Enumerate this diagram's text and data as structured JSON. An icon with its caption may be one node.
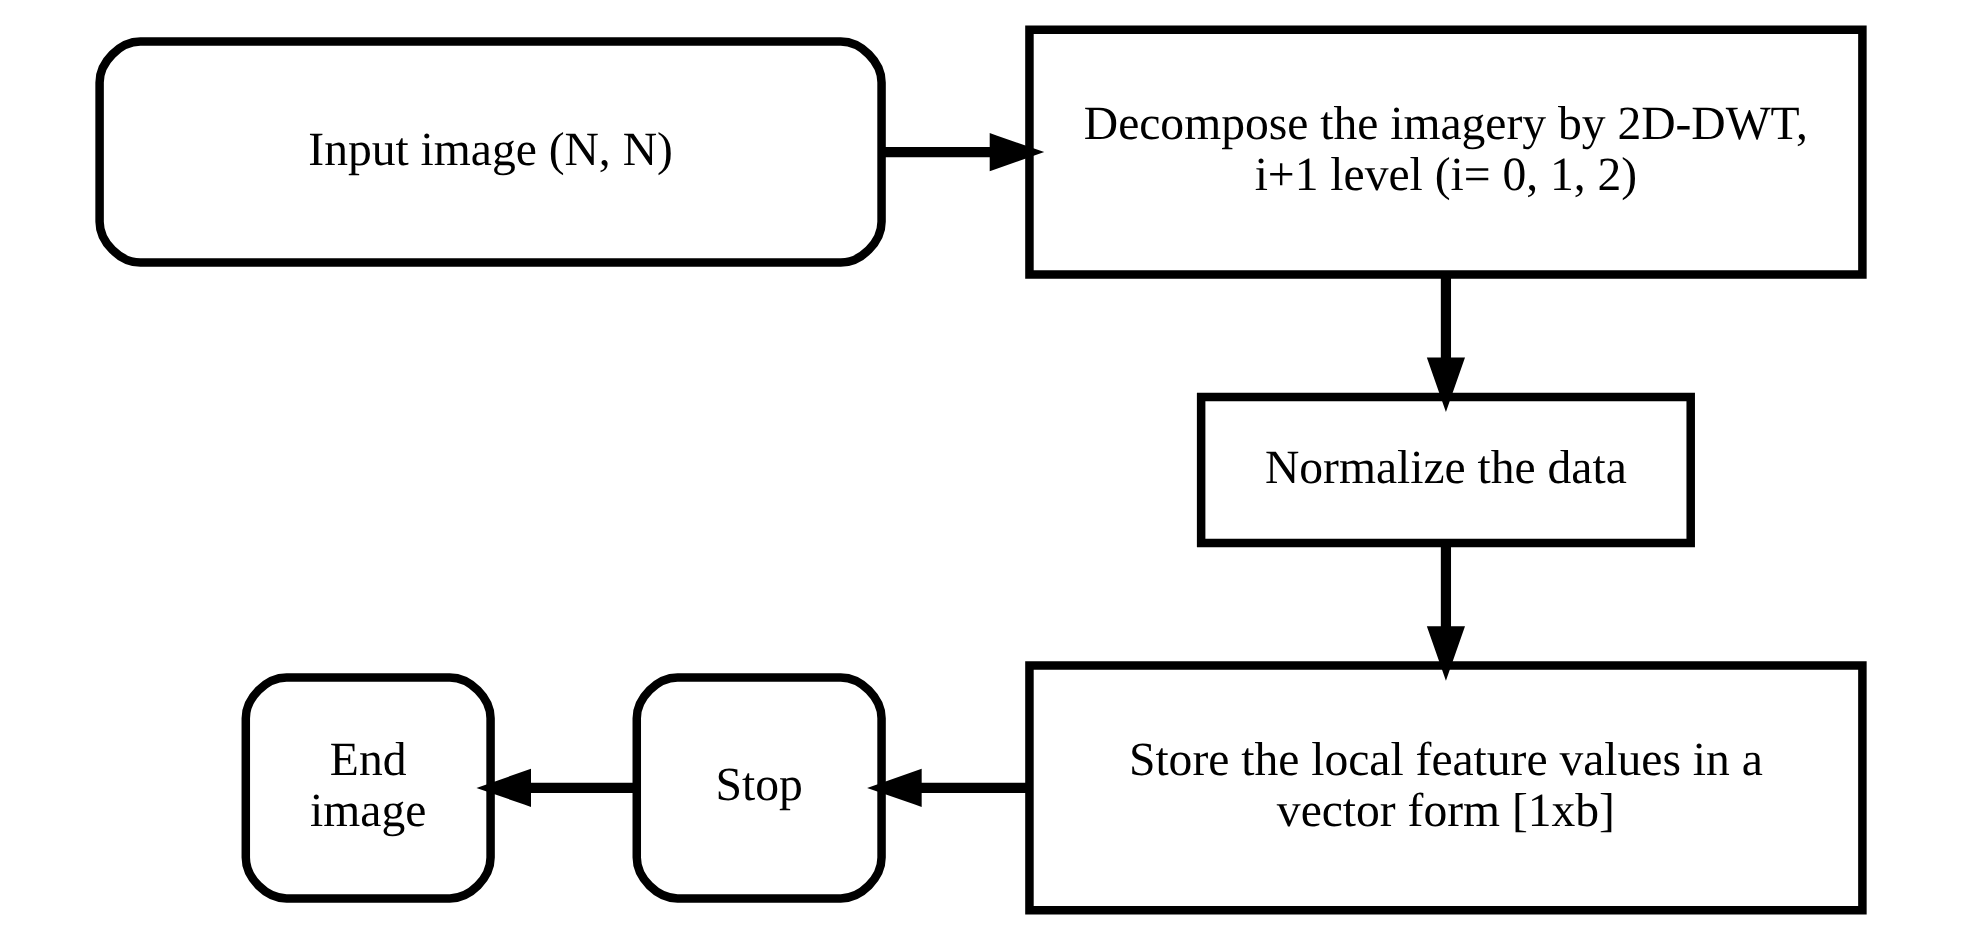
{
  "diagram": {
    "nodes": [
      {
        "text": [
          "Input image (N, N)"
        ]
      },
      {
        "text": [
          "Decompose the imagery by 2D-DWT, i+1 level (i= 0, 1, 2)"
        ]
      },
      {
        "text": [
          "Normalize the data"
        ]
      },
      {
        "text": [
          "Store the local feature values in a vector form [1xb]"
        ]
      },
      {
        "text": [
          "Stop"
        ]
      },
      {
        "text": [
          "End image"
        ]
      }
    ],
    "edges": [
      {
        "from": 0,
        "to": 1,
        "arrow": "to"
      },
      {
        "from": 1,
        "to": 2,
        "arrow": "to"
      },
      {
        "from": 2,
        "to": 3,
        "arrow": "to"
      },
      {
        "from": 3,
        "to": 4,
        "arrow": "to"
      },
      {
        "from": 4,
        "to": 5,
        "arrow": "to"
      }
    ]
  }
}
